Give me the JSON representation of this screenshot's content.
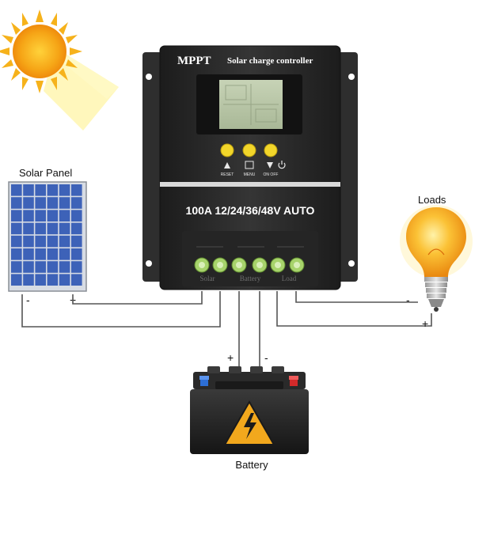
{
  "controller": {
    "brand": "MPPT",
    "title": "Solar charge controller",
    "spec": "100A 12/24/36/48V AUTO",
    "buttons": [
      {
        "label": "RESET"
      },
      {
        "label": "MENU"
      },
      {
        "label": "ON OFF"
      }
    ],
    "terminal_labels": {
      "solar": "Solar",
      "battery": "Battery",
      "load": "Load"
    }
  },
  "solar_panel": {
    "label": "Solar Panel",
    "minus": "-",
    "plus": "+"
  },
  "loads": {
    "label": "Loads",
    "minus": "-",
    "plus": "+"
  },
  "battery": {
    "label": "Battery",
    "plus": "+",
    "minus": "-"
  },
  "colors": {
    "controller_body": "#2b2b2b",
    "lcd": "#b9c6a8",
    "button_yellow": "#f2d62a",
    "terminal_green": "#a7d36b",
    "panel_cell": "#3d62b8",
    "sun": "#f6b21b",
    "bulb": "#f7a21e",
    "warning": "#f2a81d"
  }
}
